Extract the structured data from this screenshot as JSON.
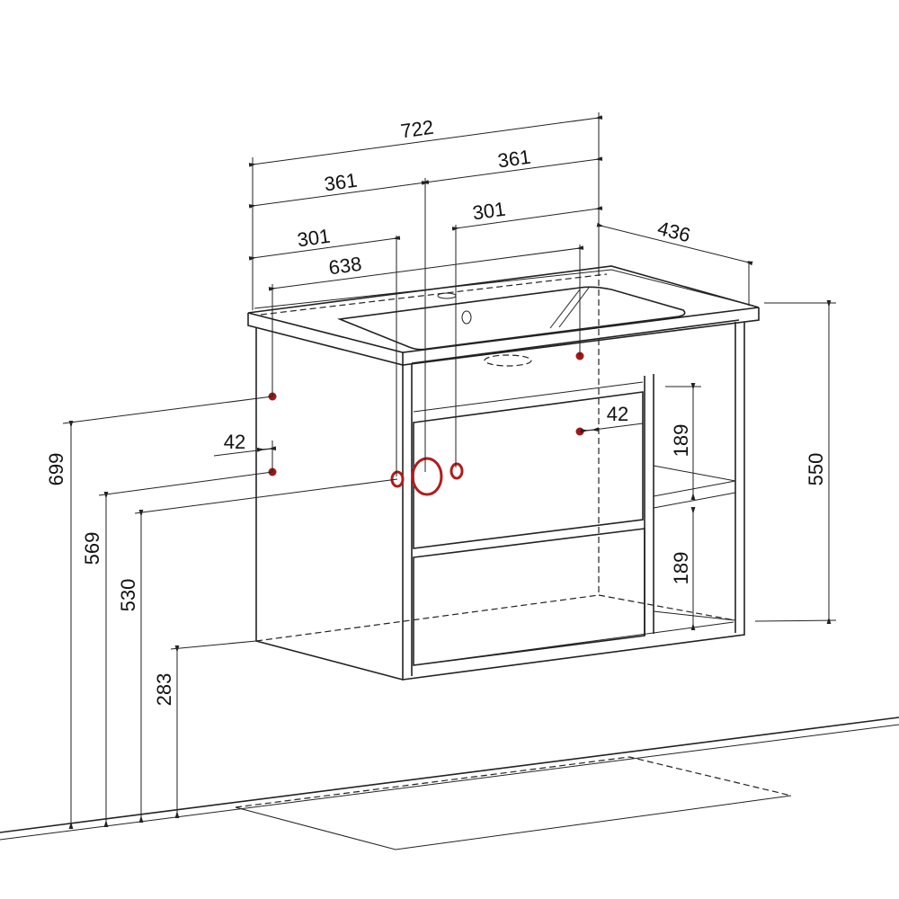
{
  "dimensions": {
    "total_width": "722",
    "half_width_left": "361",
    "half_width_right": "361",
    "offset_left": "301",
    "offset_right": "301",
    "basin_width": "638",
    "depth": "436",
    "height_699": "699",
    "height_569": "569",
    "height_530": "530",
    "height_283": "283",
    "cabinet_height": "550",
    "shelf_upper": "189",
    "shelf_lower": "189",
    "spacing_left": "42",
    "spacing_right": "42"
  },
  "colors": {
    "connection_points": "#a01818",
    "lines": "#222222"
  }
}
